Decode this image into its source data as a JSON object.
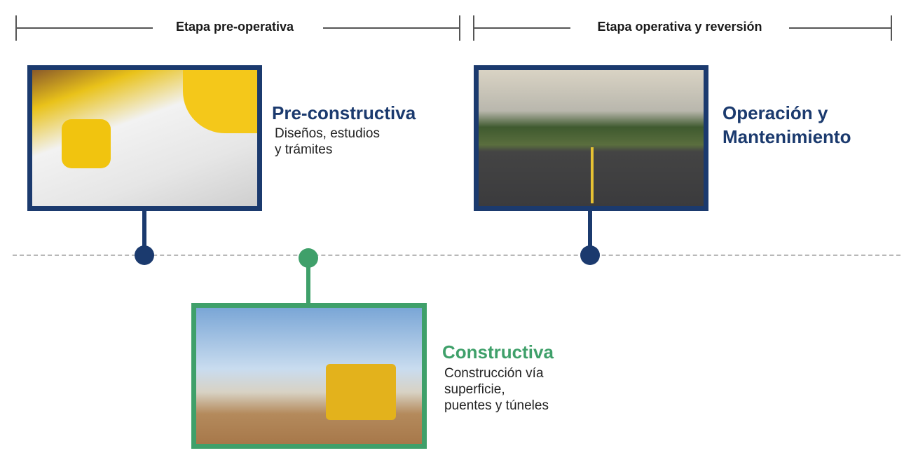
{
  "stages": [
    {
      "label": "Etapa pre-operativa"
    },
    {
      "label": "Etapa operativa y reversión"
    }
  ],
  "phases": [
    {
      "title": "Pre-constructiva",
      "subtitle": "Diseños, estudios\ny trámites",
      "image": "construction-plans-photo",
      "color": "#1b3a6e"
    },
    {
      "title": "Operación y\nMantenimiento",
      "subtitle": "",
      "image": "highway-road-photo",
      "color": "#1b3a6e"
    },
    {
      "title": "Constructiva",
      "subtitle": "Construcción vía\nsuperficie,\npuentes y túneles",
      "image": "backhoe-loader-photo",
      "color": "#3fa06a"
    }
  ]
}
